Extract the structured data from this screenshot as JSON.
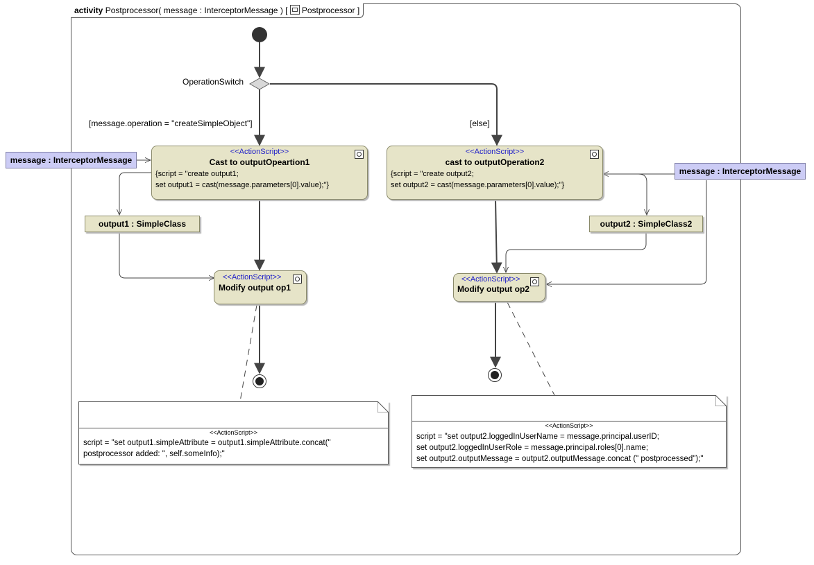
{
  "frame": {
    "keyword": "activity",
    "signature": "Postprocessor( message : InterceptorMessage ) [",
    "owner": "Postprocessor",
    "close_bracket": "]"
  },
  "decision": {
    "label": "OperationSwitch"
  },
  "guards": {
    "left": "[message.operation = \"createSimpleObject\"]",
    "right": "[else]"
  },
  "params": {
    "left": "message : InterceptorMessage",
    "right": "message : InterceptorMessage"
  },
  "actions": {
    "cast1": {
      "stereotype": "<<ActionScript>>",
      "name": "Cast to outputOpeartion1",
      "script_line1": "{script = \"create output1;",
      "script_line2": "set output1 = cast(message.parameters[0].value);\"}"
    },
    "cast2": {
      "stereotype": "<<ActionScript>>",
      "name": "cast to outputOperation2",
      "script_line1": "{script = \"create output2;",
      "script_line2": "set output2 = cast(message.parameters[0].value);\"}"
    },
    "modify1": {
      "stereotype": "<<ActionScript>>",
      "name": "Modify output op1"
    },
    "modify2": {
      "stereotype": "<<ActionScript>>",
      "name": "Modify output op2"
    }
  },
  "pins": {
    "output1": "output1 : SimpleClass",
    "output2": "output2 : SimpleClass2"
  },
  "notes": {
    "left": {
      "stereotype": "<<ActionScript>>",
      "line1": "script = \"set output1.simpleAttribute = output1.simpleAttribute.concat(\"",
      "line2": "postprocessor added: \", self.someInfo);\""
    },
    "right": {
      "stereotype": "<<ActionScript>>",
      "line1": "script = \"set output2.loggedInUserName = message.principal.userID;",
      "line2": "set output2.loggedInUserRole = message.principal.roles[0].name;",
      "line3": "set output2.outputMessage = output2.outputMessage.concat (\" postprocessed\");\""
    }
  },
  "colors": {
    "action_fill": "#e6e4c8",
    "param_fill": "#ccccf5",
    "stereotype_text": "#2020c8"
  }
}
